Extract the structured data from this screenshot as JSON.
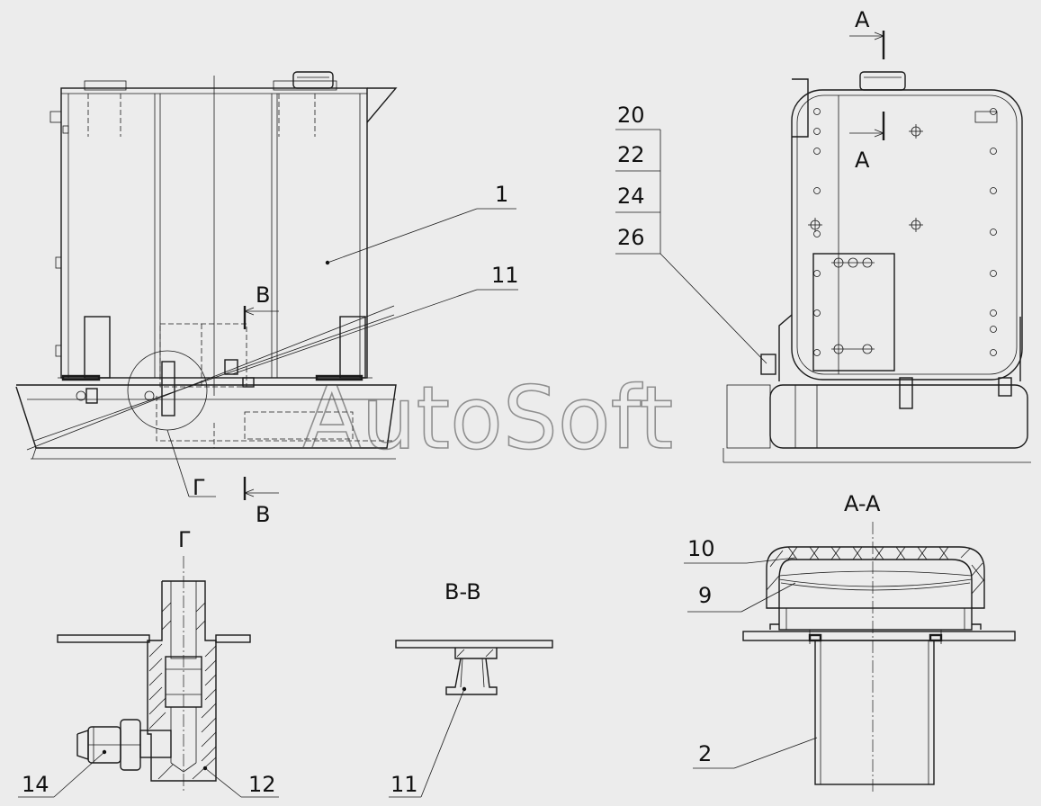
{
  "labels": {
    "part_1": "1",
    "part_11_top": "11",
    "part_11_bottom": "11",
    "part_20": "20",
    "part_22": "22",
    "part_24": "24",
    "part_26": "26",
    "part_10": "10",
    "part_9": "9",
    "part_2": "2",
    "part_14": "14",
    "part_12": "12"
  },
  "sections": {
    "a_top": "A",
    "a_mid": "A",
    "b_top": "B",
    "b_bottom": "B",
    "g_marker": "Г",
    "g_title": "Г",
    "bb_title": "B-B",
    "aa_title": "A-A"
  },
  "watermark": "AutoSoft"
}
